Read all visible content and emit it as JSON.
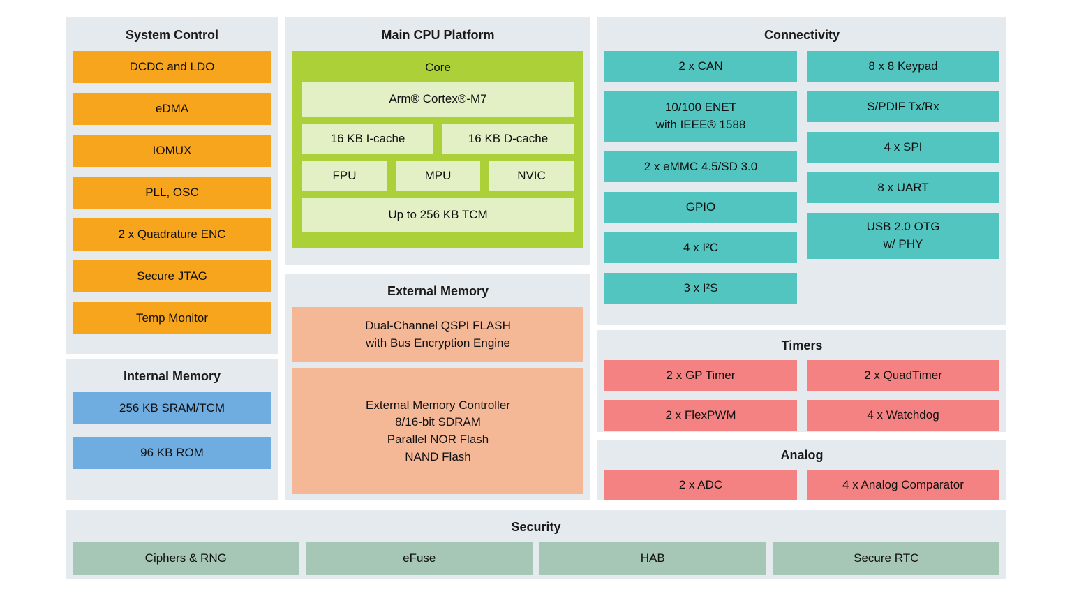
{
  "system_control": {
    "title": "System Control",
    "items": [
      "DCDC and LDO",
      "eDMA",
      "IOMUX",
      "PLL, OSC",
      "2 x Quadrature ENC",
      "Secure JTAG",
      "Temp Monitor"
    ]
  },
  "internal_memory": {
    "title": "Internal Memory",
    "items": [
      "256 KB SRAM/TCM",
      "96 KB ROM"
    ]
  },
  "main_cpu_platform": {
    "title": "Main CPU Platform",
    "core": {
      "label": "Core",
      "cpu": "Arm® Cortex®-M7",
      "icache": "16 KB I-cache",
      "dcache": "16 KB D-cache",
      "fpu": "FPU",
      "mpu": "MPU",
      "nvic": "NVIC",
      "tcm": "Up to 256 KB TCM"
    }
  },
  "external_memory": {
    "title": "External Memory",
    "qspi": "Dual-Channel QSPI FLASH\nwith Bus Encryption Engine",
    "controller": "External Memory Controller\n8/16-bit SDRAM\nParallel NOR Flash\nNAND Flash"
  },
  "connectivity": {
    "title": "Connectivity",
    "left_items": [
      "2 x CAN",
      "10/100 ENET\nwith IEEE® 1588",
      "2 x eMMC 4.5/SD 3.0",
      "GPIO",
      "4 x I²C",
      "3 x I²S"
    ],
    "right_items": [
      "8 x 8 Keypad",
      "S/PDIF Tx/Rx",
      "4 x SPI",
      "8 x UART",
      "USB 2.0 OTG\nw/ PHY"
    ]
  },
  "timers": {
    "title": "Timers",
    "items": [
      "2 x GP Timer",
      "2 x QuadTimer",
      "2 x FlexPWM",
      "4 x Watchdog"
    ]
  },
  "analog": {
    "title": "Analog",
    "items": [
      "2 x ADC",
      "4 x Analog Comparator"
    ]
  },
  "security": {
    "title": "Security",
    "items": [
      "Ciphers & RNG",
      "eFuse",
      "HAB",
      "Secure RTC"
    ]
  },
  "colors": {
    "panel_bg": "#E5EAEE",
    "system_control_block": "#F8A51E",
    "internal_memory_block": "#6FACE0",
    "core_container": "#ACD037",
    "core_inner_block": "#E3EFC4",
    "external_memory_block": "#F5B897",
    "connectivity_block": "#52C5C0",
    "timers_analog_block": "#F58282",
    "security_block": "#A6C6B6"
  }
}
